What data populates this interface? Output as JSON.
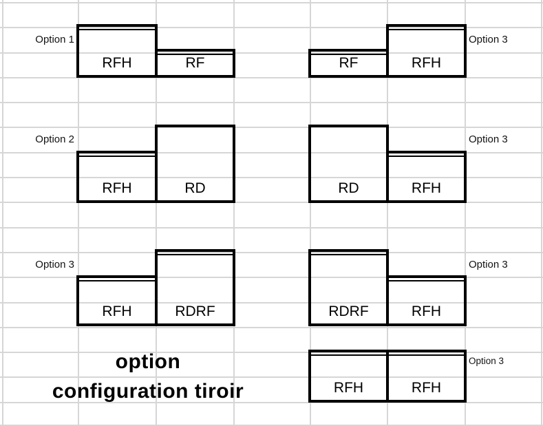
{
  "colors": {
    "background": "#ffffff",
    "gridline": "#d6d6d6",
    "box_border": "#000000",
    "text": "#000000"
  },
  "caption": {
    "line1": "option",
    "line2": "configuration tiroir"
  },
  "diagrams": [
    {
      "option_label": "Option 1",
      "label_side": "left",
      "boxes": [
        {
          "label": "RFH",
          "size": "tall",
          "double_top": true
        },
        {
          "label": "RF",
          "size": "short",
          "double_top": true
        }
      ]
    },
    {
      "option_label": "Option 3",
      "label_side": "right",
      "boxes": [
        {
          "label": "RF",
          "size": "short",
          "double_top": true
        },
        {
          "label": "RFH",
          "size": "tall",
          "double_top": true
        }
      ]
    },
    {
      "option_label": "Option 2",
      "label_side": "left",
      "boxes": [
        {
          "label": "RFH",
          "size": "short",
          "double_top": true
        },
        {
          "label": "RD",
          "size": "tall",
          "double_top": false
        }
      ]
    },
    {
      "option_label": "Option 3",
      "label_side": "right",
      "boxes": [
        {
          "label": "RD",
          "size": "tall",
          "double_top": false
        },
        {
          "label": "RFH",
          "size": "short",
          "double_top": true
        }
      ]
    },
    {
      "option_label": "Option 3",
      "label_side": "left",
      "boxes": [
        {
          "label": "RFH",
          "size": "short",
          "double_top": true
        },
        {
          "label": "RDRF",
          "size": "tall",
          "double_top": true
        }
      ]
    },
    {
      "option_label": "Option 3",
      "label_side": "right",
      "boxes": [
        {
          "label": "RDRF",
          "size": "tall",
          "double_top": true
        },
        {
          "label": "RFH",
          "size": "short",
          "double_top": true
        }
      ]
    },
    {
      "option_label": "Option 3",
      "label_side": "right",
      "boxes": [
        {
          "label": "RFH",
          "size": "equal",
          "double_top": true
        },
        {
          "label": "RFH",
          "size": "equal",
          "double_top": true
        }
      ]
    }
  ]
}
